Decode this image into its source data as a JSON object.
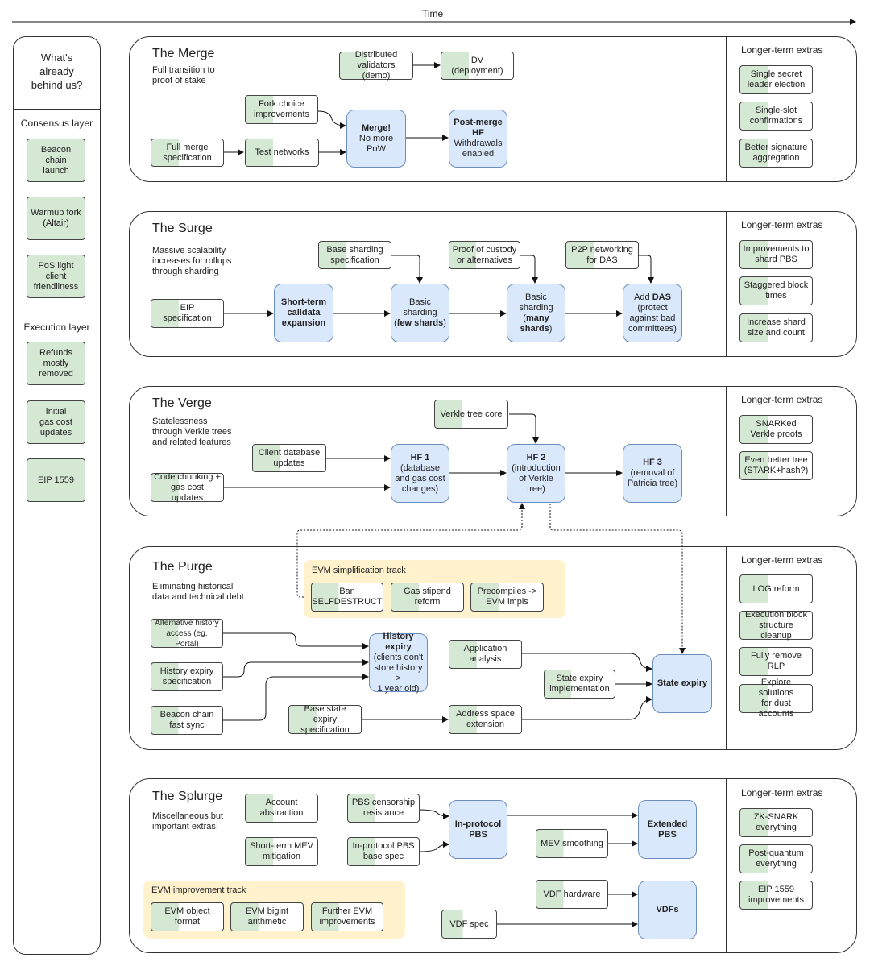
{
  "time_label": "Time",
  "left": {
    "heading": "What's\nalready\nbehind us?",
    "consensus_title": "Consensus layer",
    "consensus_items": [
      "Beacon\nchain\nlaunch",
      "Warmup fork\n(Altair)",
      "PoS light\nclient\nfriendliness"
    ],
    "execution_title": "Execution layer",
    "execution_items": [
      "Refunds\nmostly\nremoved",
      "Initial\ngas cost\nupdates",
      "EIP 1559"
    ]
  },
  "extras_heading": "Longer-term extras",
  "merge": {
    "title": "The Merge",
    "subtitle": "Full transition to\nproof of stake",
    "boxes": {
      "distributed": "Distributed\nvalidators (demo)",
      "dv": "DV\n(deployment)",
      "fork_choice": "Fork choice\nimprovements",
      "full_merge_spec": "Full merge\nspecification",
      "test_networks": "Test networks"
    },
    "merge_ms": {
      "bold": "Merge!",
      "rest": "No more\nPoW"
    },
    "postmerge_ms": {
      "bold": "Post-merge\nHF",
      "rest": "Withdrawals\nenabled"
    },
    "extras": [
      "Single secret\nleader election",
      "Single-slot\nconfirmations",
      "Better signature\naggregation"
    ]
  },
  "surge": {
    "title": "The Surge",
    "subtitle": "Massive scalability\nincreases for rollups\nthrough sharding",
    "boxes": {
      "base_sharding": "Base sharding\nspecification",
      "custody": "Proof of custody\nor alternatives",
      "p2p": "P2P networking\nfor DAS",
      "eip_spec": "EIP\nspecification"
    },
    "short_term": "Short-term\ncalldata\nexpansion",
    "basic_few": {
      "pre": "Basic\nsharding\n(",
      "bold": "few shards",
      "post": ")"
    },
    "basic_many": {
      "pre": "Basic\nsharding\n(",
      "bold": "many\nshards",
      "post": ")"
    },
    "das": {
      "pre": "Add ",
      "bold": "DAS",
      "post": "\n(protect\nagainst bad\ncommittees)"
    },
    "extras": [
      "Improvements to\nshard PBS",
      "Staggered block\ntimes",
      "Increase shard\nsize and count"
    ]
  },
  "verge": {
    "title": "The Verge",
    "subtitle": "Statelessness\nthrough Verkle trees\nand related features",
    "boxes": {
      "verkle_core": "Verkle tree core",
      "client_db": "Client database\nupdates",
      "code_chunking": "Code chunking +\ngas cost updates"
    },
    "hf1": {
      "bold": "HF 1",
      "rest": "(database\nand gas cost\nchanges)"
    },
    "hf2": {
      "bold": "HF 2",
      "rest": "(introduction\nof Verkle\ntree)"
    },
    "hf3": {
      "bold": "HF 3",
      "rest": "(removal of\nPatricia tree)"
    },
    "extras": [
      "SNARKed\nVerkle proofs",
      "Even better tree\n(STARK+hash?)"
    ]
  },
  "purge": {
    "title": "The Purge",
    "subtitle": "Eliminating historical\ndata and technical debt",
    "track_label": "EVM simplification track",
    "track_boxes": [
      "Ban\nSELFDESTRUCT",
      "Gas stipend\nreform",
      "Precompiles ->\nEVM impls"
    ],
    "boxes": {
      "alt_history": "Alternative history\naccess (eg. Portal)",
      "history_spec": "History expiry\nspecification",
      "beacon_sync": "Beacon chain\nfast sync",
      "base_state": "Base state expiry\nspecification",
      "app_analysis": "Application\nanalysis",
      "state_impl": "State expiry\nimplementation",
      "address_space": "Address space\nextension"
    },
    "history_expiry": {
      "bold": "History\nexpiry",
      "rest": "(clients don't\nstore history >\n1 year old)"
    },
    "state_expiry": "State expiry",
    "extras": [
      "LOG reform",
      "Execution block\nstructure cleanup",
      "Fully remove\nRLP",
      "Explore solutions\nfor dust accounts"
    ]
  },
  "splurge": {
    "title": "The Splurge",
    "subtitle": "Miscellaneous but\nimportant extras!",
    "boxes": {
      "account_abstraction": "Account\nabstraction",
      "pbs_censorship": "PBS censorship\nresistance",
      "short_mev": "Short-term MEV\nmitigation",
      "inprotocol_spec": "In-protocol PBS\nbase spec",
      "mev_smoothing": "MEV smoothing",
      "vdf_hardware": "VDF hardware",
      "vdf_spec": "VDF spec"
    },
    "inprotocol_pbs": "In-protocol\nPBS",
    "extended_pbs": "Extended\nPBS",
    "vdfs": "VDFs",
    "track_label": "EVM improvement track",
    "track_boxes": [
      "EVM object\nformat",
      "EVM bigint\narithmetic",
      "Further EVM\nimprovements"
    ],
    "extras": [
      "ZK-SNARK\neverything",
      "Post-quantum\neverything",
      "EIP 1559\nimprovements"
    ]
  },
  "colors": {
    "milestone": "#dae8fc",
    "milestone_border": "#6c8ebf",
    "green": "#d5e8d4",
    "track": "#fff2cc"
  }
}
